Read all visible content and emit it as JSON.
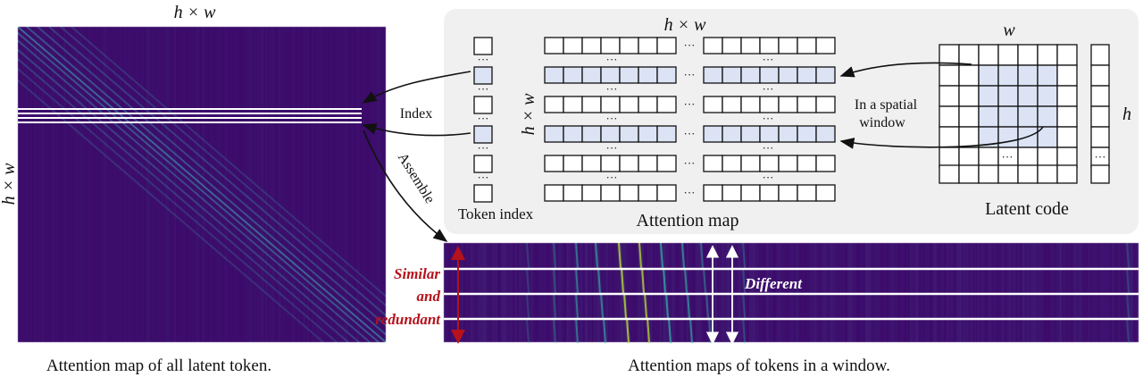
{
  "left": {
    "top_label": "h × w",
    "side_label": "h × w",
    "caption": "Attention map of all latent token."
  },
  "panel": {
    "token_index_label": "Token index",
    "attention_top_label": "h × w",
    "attention_side_label": "h × w",
    "attention_label": "Attention map",
    "latent_w": "w",
    "latent_h": "h",
    "latent_label": "Latent code",
    "window_line1": "In a spatial",
    "window_line2": "window",
    "dots": "···"
  },
  "arrows": {
    "index": "Index",
    "assemble": "Assemble"
  },
  "bottom": {
    "similar1": "Similar",
    "similar2": "and",
    "similar3": "redundant",
    "different": "Different",
    "caption": "Attention maps of tokens in a window."
  },
  "colors": {
    "bg_heat": "#3d0b6b",
    "highlight": "#dbe3f5",
    "red": "#b5121b",
    "panel": "#f0f0f0"
  }
}
